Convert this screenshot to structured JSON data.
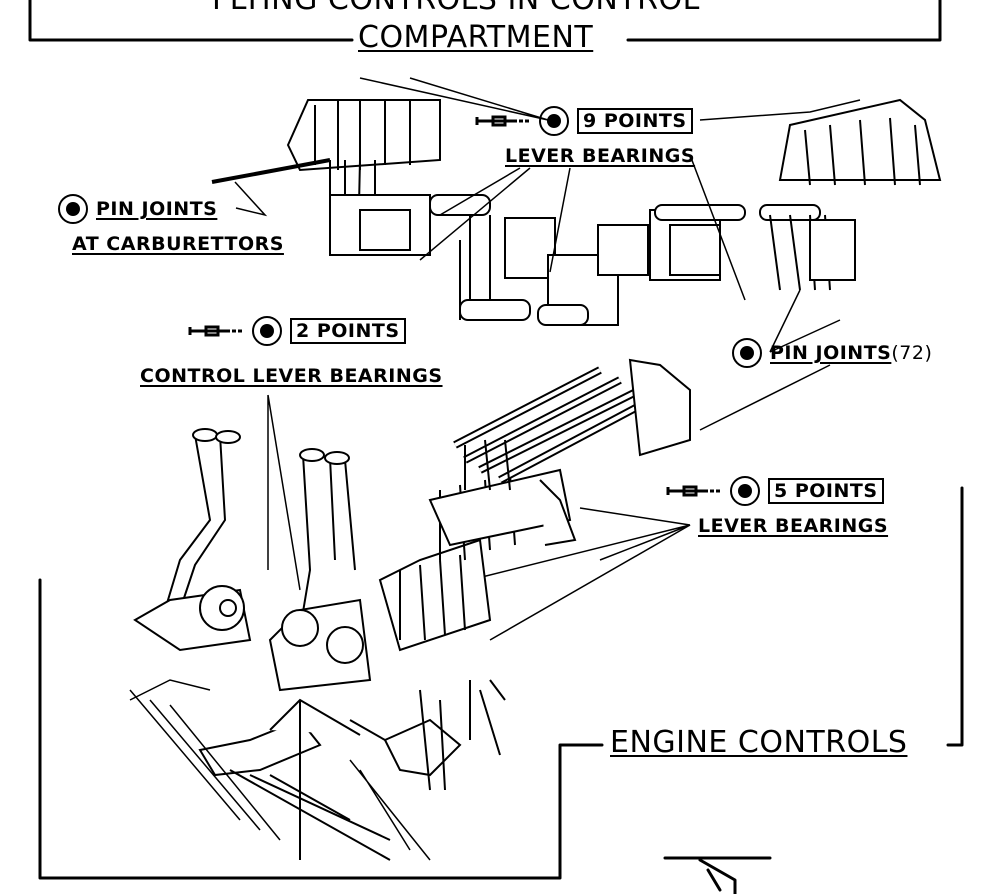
{
  "header": {
    "top_title": "FLYING CONTROLS IN CONTROL",
    "compartment": "COMPARTMENT"
  },
  "labels": {
    "nine_points": "9 POINTS",
    "lever_bearings_top": "LEVER BEARINGS",
    "pin_joints": "PIN JOINTS",
    "at_carburettors": "AT CARBURETTORS",
    "two_points": "2 POINTS",
    "control_lever_bearings": "CONTROL LEVER BEARINGS",
    "pin_joints_72_text": "PIN JOINTS",
    "pin_joints_72_count": "(72)",
    "five_points": "5 POINTS",
    "lever_bearings_bottom": "LEVER BEARINGS",
    "engine_controls": "ENGINE CONTROLS"
  },
  "icons": {
    "grease_gun": "grease-gun-icon",
    "grease_nipple": "grease-point-symbol-icon"
  }
}
